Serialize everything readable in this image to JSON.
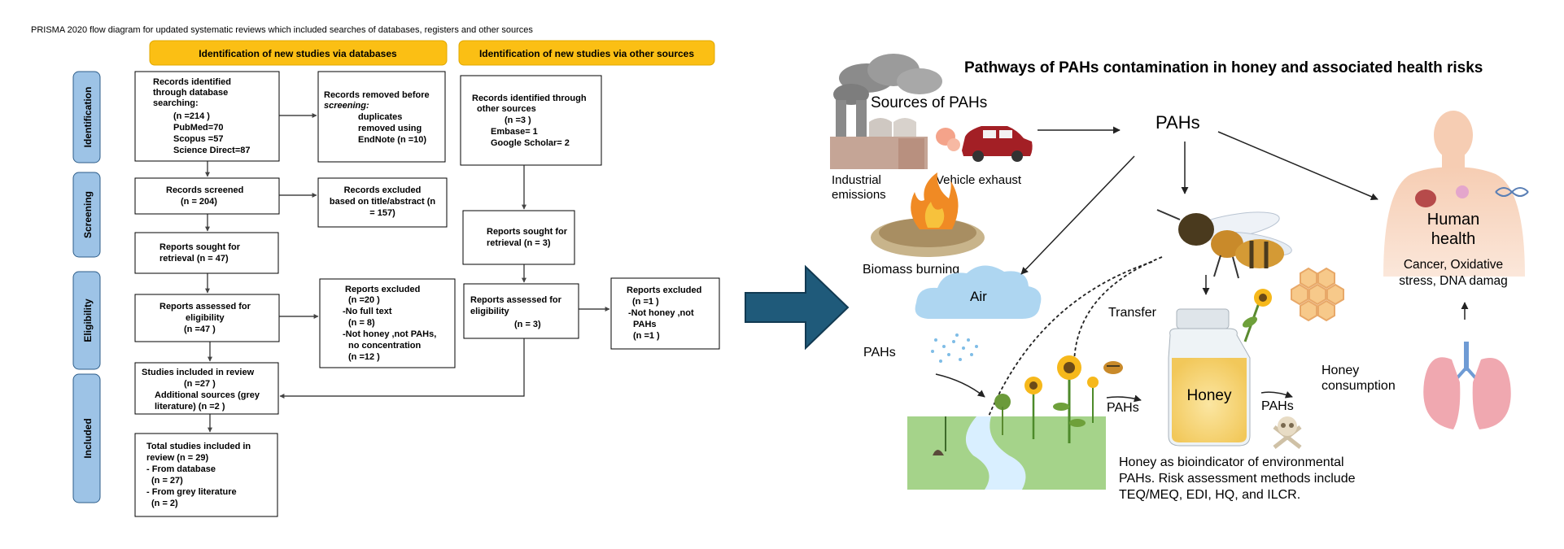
{
  "prisma": {
    "title": "PRISMA 2020 flow diagram for updated systematic reviews which included searches of databases, registers and other sources",
    "header_db": "Identification of new studies via databases",
    "header_other": "Identification of new studies via other sources",
    "phases": [
      "Identification",
      "Screening",
      "Eligibility",
      "Included"
    ],
    "records_identified": [
      "Records identified",
      "through database",
      "searching:",
      "(n =214 )",
      "PubMed=70",
      "Scopus =57",
      "Science Direct=87"
    ],
    "records_removed": [
      "Records removed before",
      "screening:",
      "duplicates",
      "removed using",
      "EndNote (n =10)"
    ],
    "records_screened": [
      "Records screened",
      "(n = 204)"
    ],
    "records_excluded": [
      "Records excluded",
      "based on title/abstract (n",
      "= 157)"
    ],
    "reports_sought": [
      "Reports sought for",
      "retrieval (n = 47)"
    ],
    "reports_assessed": [
      "Reports assessed for",
      "eligibility",
      "(n =47 )"
    ],
    "reports_excluded": [
      "Reports excluded",
      "(n =20 )",
      "-No full text",
      "(n = 8)",
      "-Not honey ,not PAHs,",
      "no concentration",
      "(n =12 )"
    ],
    "studies_included": [
      "Studies included in review",
      "(n =27 )",
      "Additional sources (grey",
      "literature) (n =2 )"
    ],
    "total_included": [
      "Total studies included in",
      "review (n = 29)",
      "- From database",
      "(n = 27)",
      "- From grey literature",
      "(n = 2)"
    ],
    "other_identified": [
      "Records identified through",
      "other sources",
      "(n =3 )",
      "Embase= 1",
      "Google Scholar= 2"
    ],
    "other_sought": [
      "Reports sought for",
      "retrieval (n = 3)"
    ],
    "other_assessed": [
      "Reports assessed for",
      "eligibility",
      "(n = 3)"
    ],
    "other_excluded": [
      "Reports excluded",
      "(n =1 )",
      "-Not honey ,not",
      "PAHs",
      "(n =1 )"
    ]
  },
  "pathway": {
    "title": "Pathways of PAHs contamination in honey and associated health risks",
    "sources_label": "Sources of PAHs",
    "industrial_label": [
      "Industrial",
      "emissions"
    ],
    "vehicle_label": "Vehicle exhaust",
    "biomass_label": "Biomass burning",
    "pahs_center": "PAHs",
    "air_label": "Air",
    "transfer_label": "Transfer",
    "pahs_left": "PAHs",
    "pahs_mid": "PAHs",
    "honey_label": "Honey",
    "pahs_right": "PAHs",
    "consumption_label": [
      "Honey",
      "consumption"
    ],
    "human_label": [
      "Human",
      "health"
    ],
    "effects_label": [
      "Cancer, Oxidative",
      "stress, DNA damag"
    ],
    "caption": [
      "Honey as bioindicator of environmental",
      "PAHs. Risk assessment methods include",
      "TEQ/MEQ, EDI, HQ, and ILCR."
    ]
  },
  "colors": {
    "header_yellow": "#fbbf14",
    "phase_blue": "#9dc3e6",
    "arrow_blue": "#1f5a7a",
    "honey_gold": "#f6d365"
  }
}
